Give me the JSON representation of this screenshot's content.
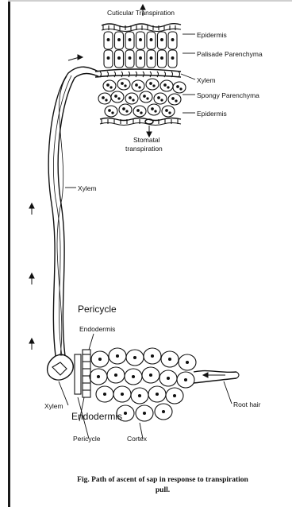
{
  "labels": {
    "cuticular_transpiration": "Cuticular Transpiration",
    "epidermis_upper": "Epidermis",
    "palisade_parenchyma": "Palisade Parenchyma",
    "xylem_leaf": "Xylem",
    "spongy_parenchyma": "Spongy Parenchyma",
    "epidermis_lower": "Epidermis",
    "stomatal_line1": "Stomatal",
    "stomatal_line2": "transpiration",
    "xylem_stem": "Xylem",
    "pericycle_top": "Pericycle",
    "endodermis_top": "Endodermis",
    "xylem_root": "Xylem",
    "endodermis_bottom": "Endodermis",
    "pericycle_bottom": "Pericycle",
    "cortex": "Cortex",
    "root_hair": "Root hair"
  },
  "caption": {
    "line1": "Fig. Path of ascent of sap in response to transpiration",
    "line2": "pull."
  }
}
